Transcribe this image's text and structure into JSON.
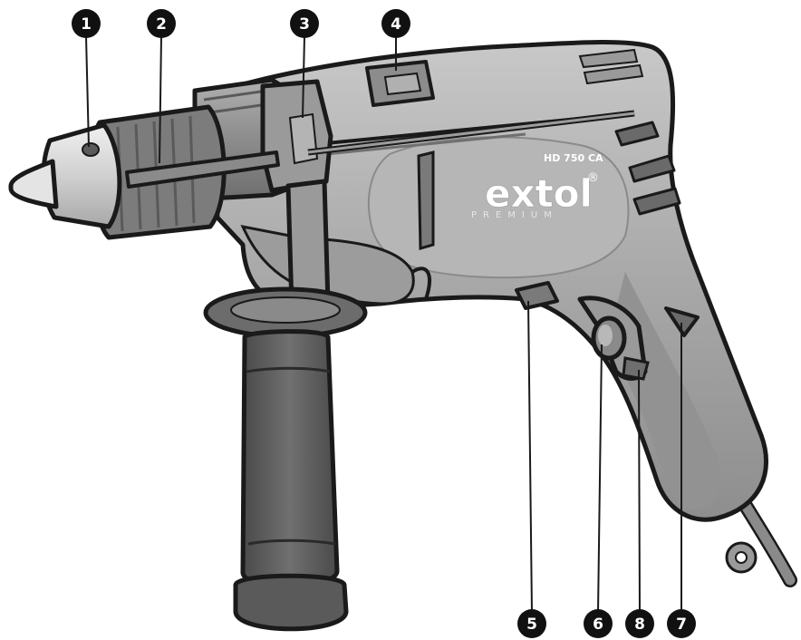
{
  "product": {
    "model": "HD 750 CA",
    "brand": "extol",
    "brand_mark": "®",
    "brand_line": "PREMIUM"
  },
  "callouts": [
    {
      "id": "1",
      "label": "1",
      "part": "chuck"
    },
    {
      "id": "2",
      "label": "2",
      "part": "depth-stop-rod"
    },
    {
      "id": "3",
      "label": "3",
      "part": "handle-clamp"
    },
    {
      "id": "4",
      "label": "4",
      "part": "mode-switch"
    },
    {
      "id": "5",
      "label": "5",
      "part": "direction-switch"
    },
    {
      "id": "6",
      "label": "6",
      "part": "lock-button"
    },
    {
      "id": "8",
      "label": "8",
      "part": "speed-wheel"
    },
    {
      "id": "7",
      "label": "7",
      "part": "trigger-handle-vent"
    }
  ],
  "colors": {
    "outline": "#1a1a1a",
    "body": "#a6a6a6",
    "body_dark": "#8a8a8a",
    "body_light": "#c4c4c4",
    "grip": "#5e5e5e",
    "chuck_metal": "#dcdcdc",
    "badge": "#111111"
  }
}
